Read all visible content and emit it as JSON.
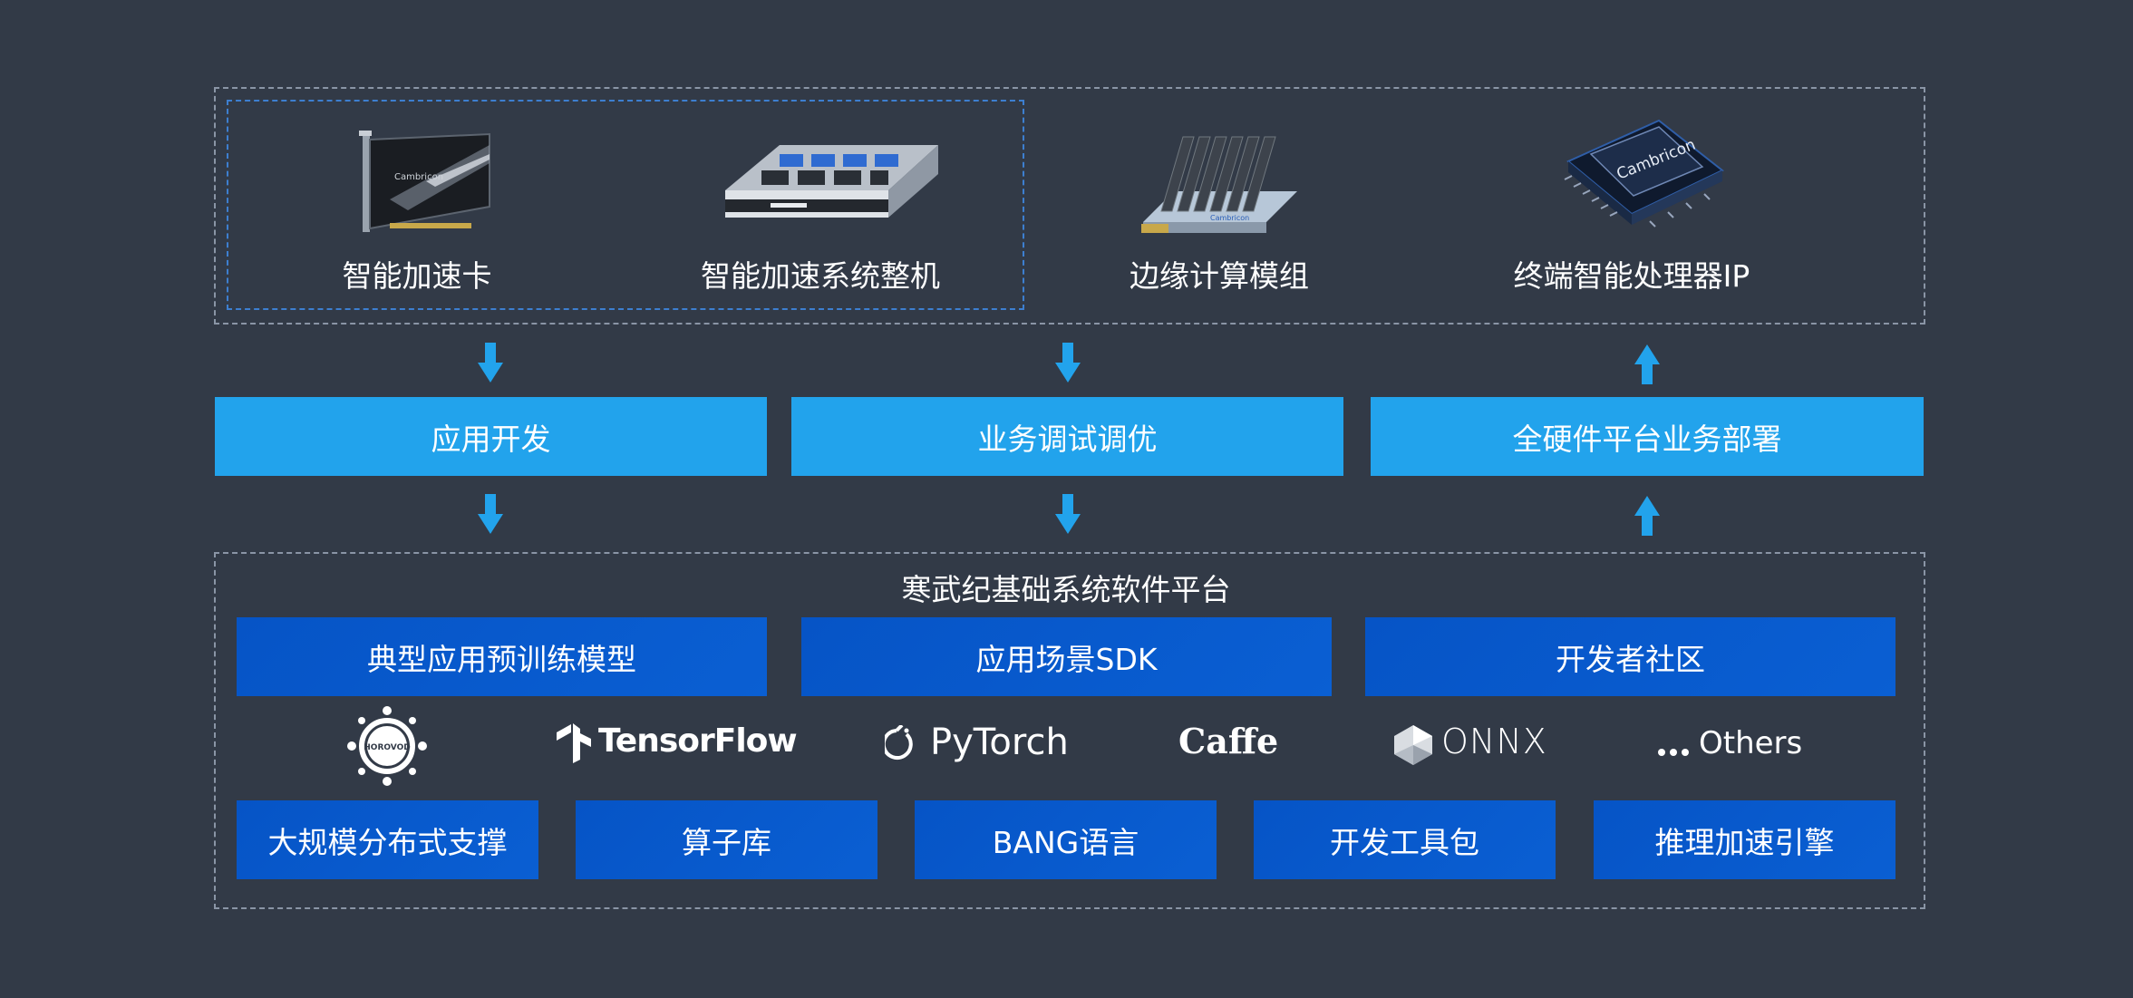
{
  "colors": {
    "background": "#323a47",
    "light_bar": "#22a3ec",
    "dark_box": "#0654c6",
    "arrow": "#22a3ec"
  },
  "hardware": {
    "items": [
      {
        "label": "智能加速卡",
        "icon": "accelerator-card-image"
      },
      {
        "label": "智能加速系统整机",
        "icon": "server-image"
      },
      {
        "label": "边缘计算模组",
        "icon": "edge-module-image"
      },
      {
        "label": "终端智能处理器IP",
        "icon": "processor-chip-image"
      }
    ],
    "chip_text": "Cambricon"
  },
  "workflow": {
    "bars": [
      "应用开发",
      "业务调试调优",
      "全硬件平台业务部署"
    ],
    "arrows": [
      "down",
      "down",
      "up"
    ]
  },
  "platform": {
    "title": "寒武纪基础系统软件平台",
    "top_row": [
      "典型应用预训练模型",
      "应用场景SDK",
      "开发者社区"
    ],
    "frameworks": {
      "horovod": "HOROVOD",
      "tensorflow": "TensorFlow",
      "pytorch": "PyTorch",
      "caffe": "Caffe",
      "onnx": "ONNX",
      "others": "Others"
    },
    "bottom_row": [
      "大规模分布式支撑",
      "算子库",
      "BANG语言",
      "开发工具包",
      "推理加速引擎"
    ]
  }
}
